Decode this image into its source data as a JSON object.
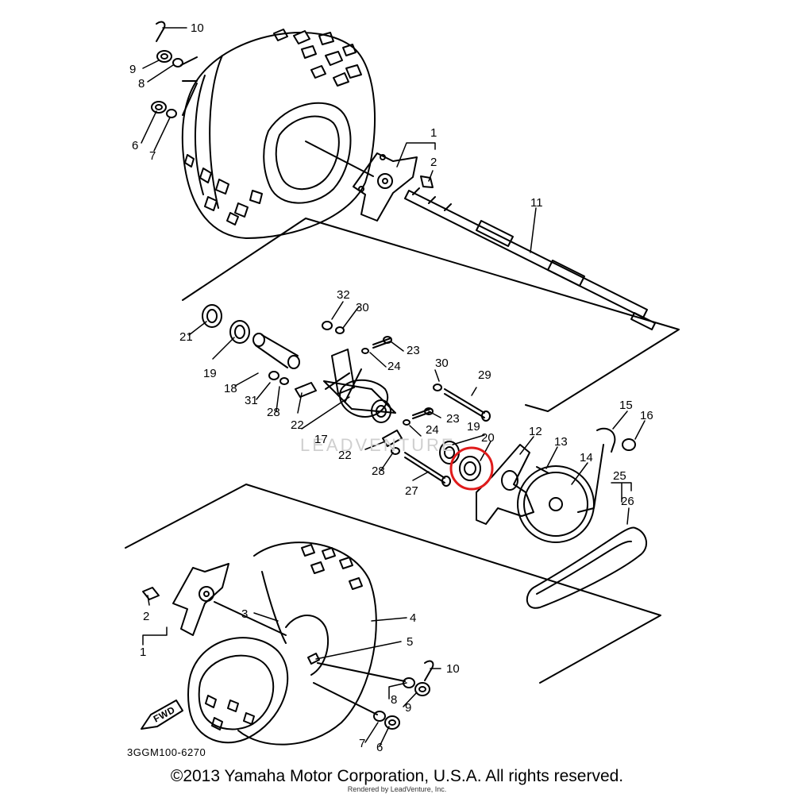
{
  "diagram": {
    "part_code": "3GGM100-6270",
    "fwd_label": "FWD",
    "watermark": "LEADVENTURE",
    "highlight_color": "#e01b1b",
    "callouts": [
      {
        "id": "c10a",
        "text": "10"
      },
      {
        "id": "c9a",
        "text": "9"
      },
      {
        "id": "c8a",
        "text": "8"
      },
      {
        "id": "c6a",
        "text": "6"
      },
      {
        "id": "c7a",
        "text": "7"
      },
      {
        "id": "c1a",
        "text": "1"
      },
      {
        "id": "c2a",
        "text": "2"
      },
      {
        "id": "c11",
        "text": "11"
      },
      {
        "id": "c32",
        "text": "32"
      },
      {
        "id": "c30a",
        "text": "30"
      },
      {
        "id": "c21",
        "text": "21"
      },
      {
        "id": "c19a",
        "text": "19"
      },
      {
        "id": "c23a",
        "text": "23"
      },
      {
        "id": "c24a",
        "text": "24"
      },
      {
        "id": "c18",
        "text": "18"
      },
      {
        "id": "c31",
        "text": "31"
      },
      {
        "id": "c28a",
        "text": "28"
      },
      {
        "id": "c22a",
        "text": "22"
      },
      {
        "id": "c17",
        "text": "17"
      },
      {
        "id": "c30b",
        "text": "30"
      },
      {
        "id": "c29",
        "text": "29"
      },
      {
        "id": "c23b",
        "text": "23"
      },
      {
        "id": "c24b",
        "text": "24"
      },
      {
        "id": "c19b",
        "text": "19"
      },
      {
        "id": "c20",
        "text": "20"
      },
      {
        "id": "c22b",
        "text": "22"
      },
      {
        "id": "c28b",
        "text": "28"
      },
      {
        "id": "c27",
        "text": "27"
      },
      {
        "id": "c12",
        "text": "12"
      },
      {
        "id": "c13",
        "text": "13"
      },
      {
        "id": "c14",
        "text": "14"
      },
      {
        "id": "c15",
        "text": "15"
      },
      {
        "id": "c16",
        "text": "16"
      },
      {
        "id": "c25",
        "text": "25"
      },
      {
        "id": "c26",
        "text": "26"
      },
      {
        "id": "c2b",
        "text": "2"
      },
      {
        "id": "c1b",
        "text": "1"
      },
      {
        "id": "c3",
        "text": "3"
      },
      {
        "id": "c4",
        "text": "4"
      },
      {
        "id": "c5",
        "text": "5"
      },
      {
        "id": "c10b",
        "text": "10"
      },
      {
        "id": "c8b",
        "text": "8"
      },
      {
        "id": "c9b",
        "text": "9"
      },
      {
        "id": "c7b",
        "text": "7"
      },
      {
        "id": "c6b",
        "text": "6"
      }
    ]
  },
  "footer": {
    "copyright": "©2013 Yamaha Motor Corporation, U.S.A. All rights reserved.",
    "credit": "Rendered by LeadVenture, Inc."
  }
}
